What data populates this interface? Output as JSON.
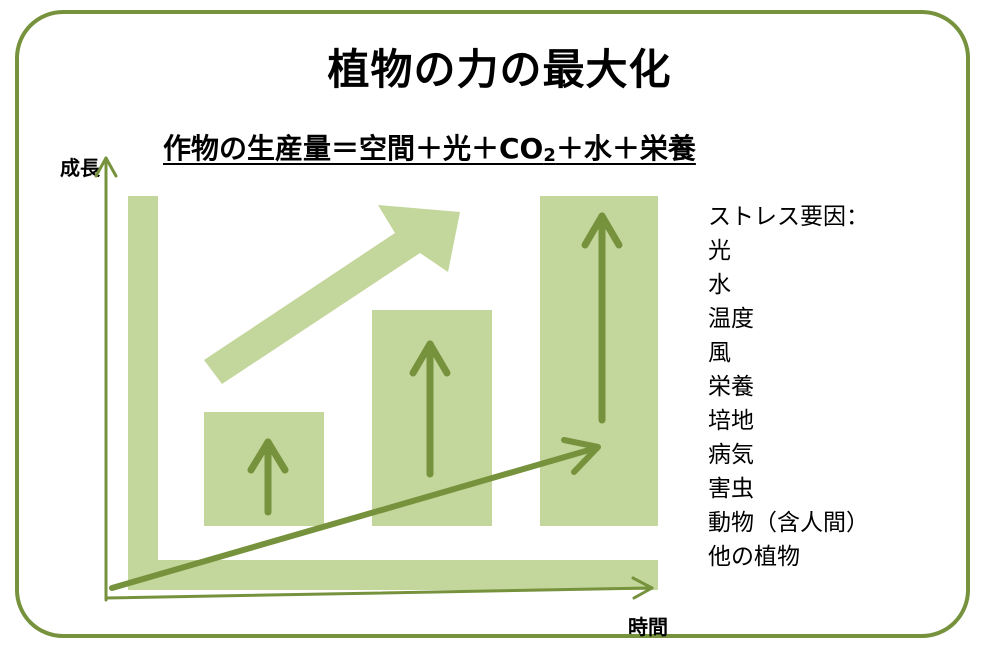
{
  "title": "植物の力の最大化",
  "formula": {
    "lhs": "作物の生産量＝空間＋光＋CO",
    "sub": "2",
    "rhs": "＋水＋栄養"
  },
  "axes": {
    "y_label": "成長",
    "x_label": "時間"
  },
  "stress": {
    "heading": "ストレス要因：",
    "items": [
      "光",
      "水",
      "温度",
      "風",
      "栄養",
      "培地",
      "病気",
      "害虫",
      "動物（含人間）",
      "他の植物"
    ]
  },
  "colors": {
    "frame": "#76923c",
    "light_green": "#c3d69b",
    "dark_green": "#76923c"
  }
}
